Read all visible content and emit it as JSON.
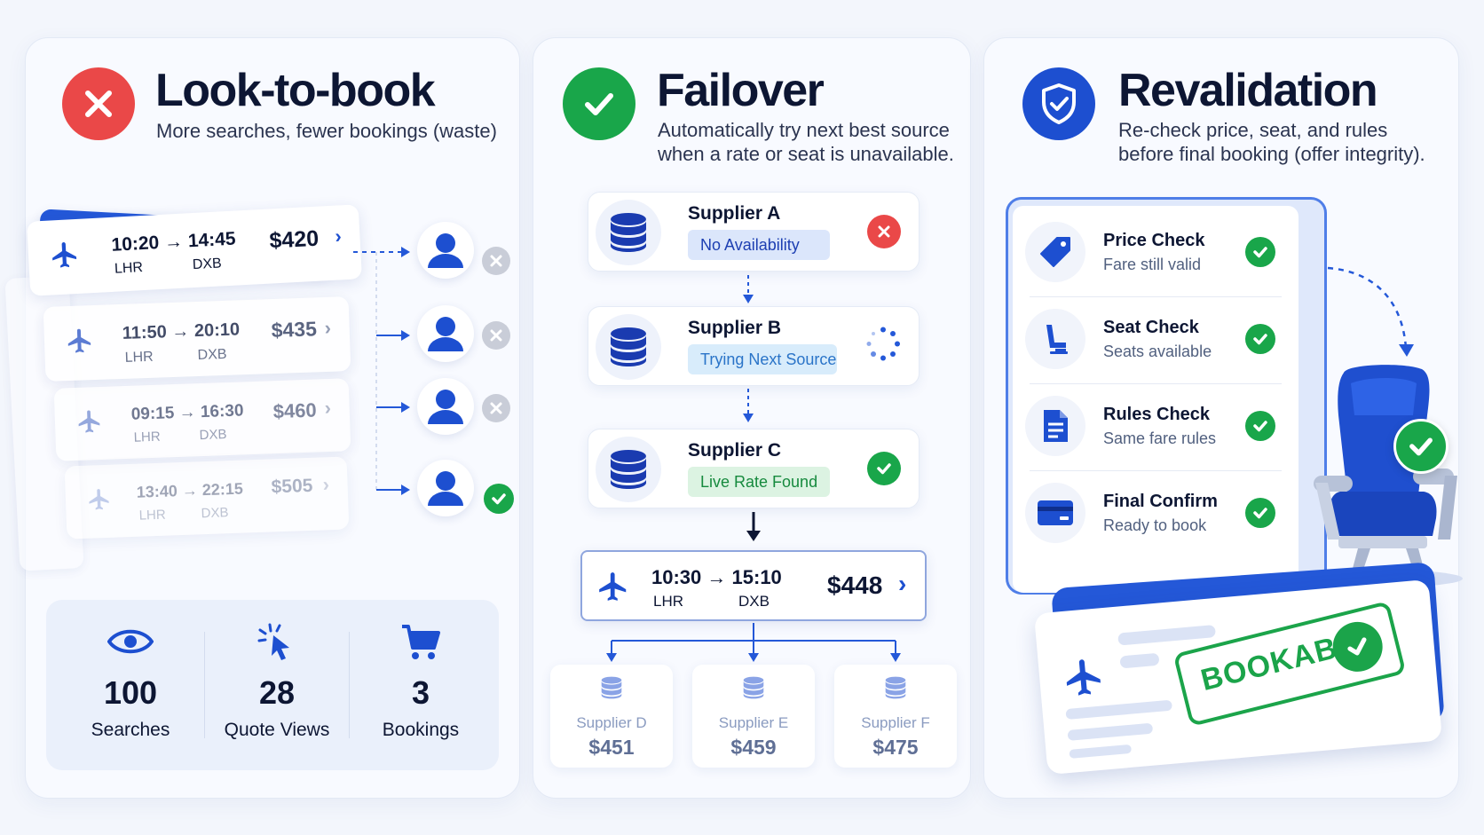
{
  "colors": {
    "red": "#ea4848",
    "green": "#19a64a",
    "blue": "#2458d8",
    "navy": "#0d1633"
  },
  "look_to_book": {
    "title": "Look-to-book",
    "subtitle": "More searches, fewer bookings (waste)",
    "flights": [
      {
        "dep": "10:20",
        "arr": "14:45",
        "from": "LHR",
        "to": "DXB",
        "price": "$420",
        "result": "rejected"
      },
      {
        "dep": "11:50",
        "arr": "20:10",
        "from": "LHR",
        "to": "DXB",
        "price": "$435",
        "result": "rejected"
      },
      {
        "dep": "09:15",
        "arr": "16:30",
        "from": "LHR",
        "to": "DXB",
        "price": "$460",
        "result": "rejected"
      },
      {
        "dep": "13:40",
        "arr": "22:15",
        "from": "LHR",
        "to": "DXB",
        "price": "$505",
        "result": "booked"
      }
    ],
    "stats": [
      {
        "icon": "eye-icon",
        "value": "100",
        "label": "Searches"
      },
      {
        "icon": "cursor-click-icon",
        "value": "28",
        "label": "Quote Views"
      },
      {
        "icon": "cart-icon",
        "value": "3",
        "label": "Bookings"
      }
    ]
  },
  "failover": {
    "title": "Failover",
    "subtitle_line1": "Automatically try next best source",
    "subtitle_line2": "when a rate or seat is unavailable.",
    "suppliers": [
      {
        "name": "Supplier A",
        "status": "No Availability",
        "state": "failed"
      },
      {
        "name": "Supplier B",
        "status": "Trying Next Source",
        "state": "loading"
      },
      {
        "name": "Supplier C",
        "status": "Live Rate Found",
        "state": "success"
      }
    ],
    "result": {
      "dep": "10:30",
      "arr": "15:10",
      "from": "LHR",
      "to": "DXB",
      "price": "$448"
    },
    "alternatives": [
      {
        "name": "Supplier D",
        "price": "$451"
      },
      {
        "name": "Supplier E",
        "price": "$459"
      },
      {
        "name": "Supplier F",
        "price": "$475"
      }
    ]
  },
  "revalidation": {
    "title": "Revalidation",
    "subtitle_line1": "Re-check price, seat, and rules",
    "subtitle_line2": "before final booking (offer integrity).",
    "checks": [
      {
        "icon": "price-tag-icon",
        "title": "Price Check",
        "detail": "Fare still valid"
      },
      {
        "icon": "seat-icon",
        "title": "Seat Check",
        "detail": "Seats available"
      },
      {
        "icon": "document-icon",
        "title": "Rules Check",
        "detail": "Same fare rules"
      },
      {
        "icon": "card-icon",
        "title": "Final Confirm",
        "detail": "Ready to book"
      }
    ],
    "stamp": "BOOKABLE"
  }
}
